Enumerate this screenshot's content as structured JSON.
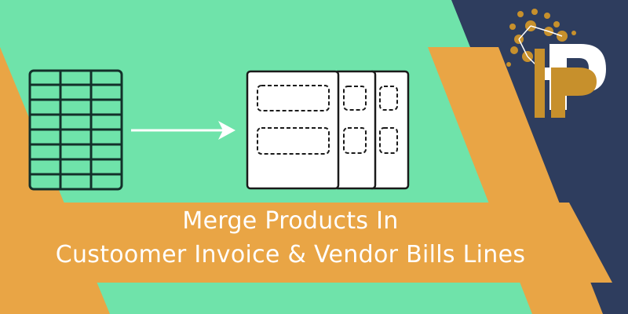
{
  "banner": {
    "title_line_1": "Merge Products In",
    "title_line_2": "Custoomer Invoice & Vendor Bills Lines"
  },
  "colors": {
    "background_green": "#6fe3aa",
    "accent_orange": "#e9a545",
    "navy": "#2e3d5e",
    "logo_gold": "#c7902c"
  },
  "icons": {
    "left": "table-grid-icon",
    "middle": "right-arrow-icon",
    "right": "merged-documents-icon",
    "brand": "company-logo"
  }
}
